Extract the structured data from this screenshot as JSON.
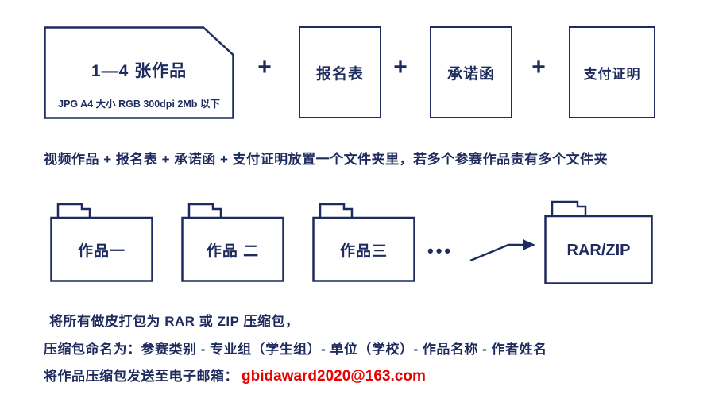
{
  "colors": {
    "ink": "#1e2b5e",
    "email": "#e60000",
    "background": "#ffffff"
  },
  "top_row": {
    "artwork_doc": {
      "title": "1—4 张作品",
      "subtitle": "JPG A4 大小 RGB 300dpi 2Mb 以下"
    },
    "plus": "+",
    "items": [
      "报名表",
      "承诺函",
      "支付证明"
    ]
  },
  "note": "视频作品 + 报名表 + 承诺函 + 支付证明放置一个文件夹里，若多个参赛作品责有多个文件夹",
  "folders": {
    "items": [
      "作品一",
      "作品 二",
      "作品三"
    ],
    "ellipsis": "•••",
    "result": "RAR/ZIP"
  },
  "instructions": {
    "line1": "将所有做皮打包为 RAR 或 ZIP 压缩包，",
    "line2": "压缩包命名为：参赛类别 - 专业组（学生组）- 单位（学校）- 作品名称 - 作者姓名",
    "line3_prefix": "将作品压缩包发送至电子邮箱：",
    "email": "gbidaward2020@163.com"
  }
}
